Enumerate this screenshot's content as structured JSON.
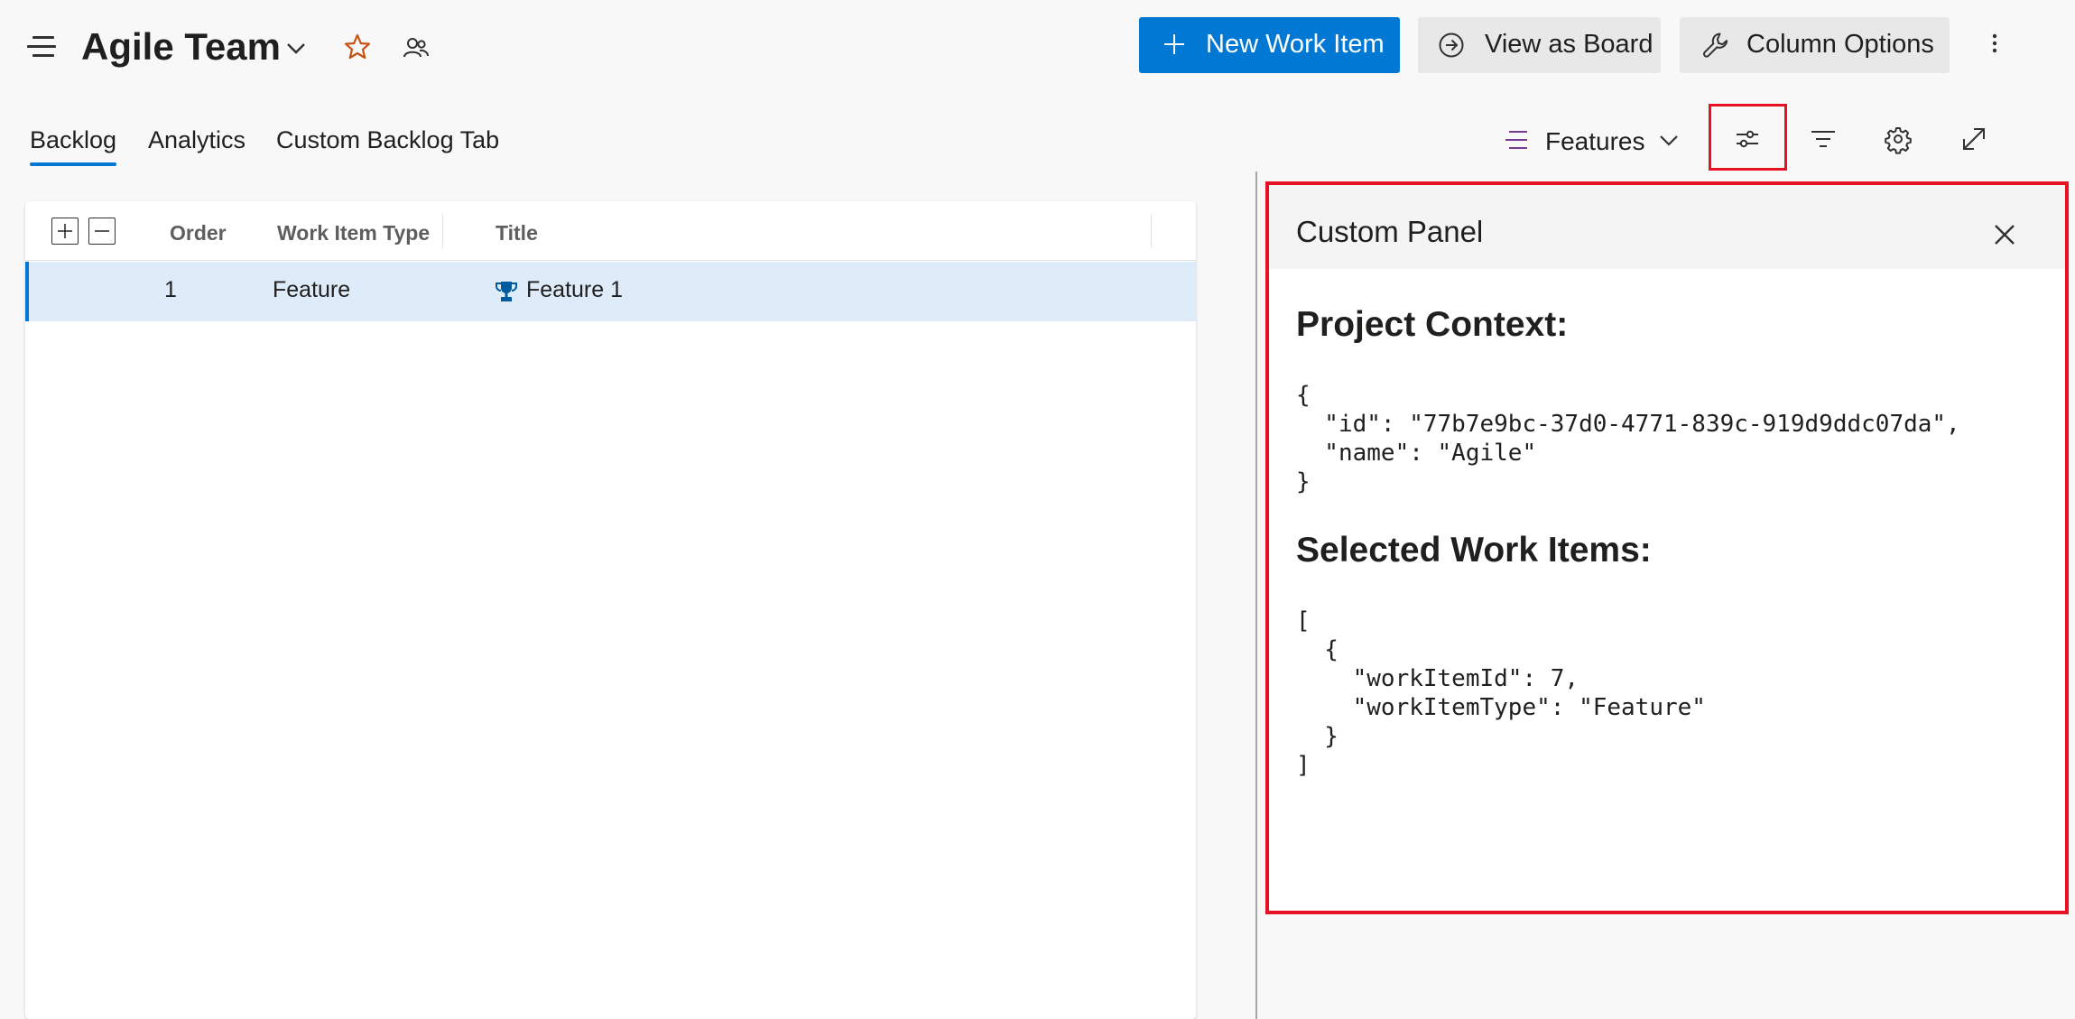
{
  "header": {
    "title": "Agile Team",
    "new_work_item_label": "New Work Item",
    "view_as_board_label": "View as Board",
    "column_options_label": "Column Options"
  },
  "tabs": [
    {
      "label": "Backlog",
      "active": true
    },
    {
      "label": "Analytics",
      "active": false
    },
    {
      "label": "Custom Backlog Tab",
      "active": false
    }
  ],
  "level_picker": {
    "selected": "Features"
  },
  "grid": {
    "columns": [
      "Order",
      "Work Item Type",
      "Title"
    ],
    "rows": [
      {
        "order": "1",
        "type": "Feature",
        "title": "Feature 1",
        "selected": true
      }
    ]
  },
  "panel": {
    "title": "Custom Panel",
    "project_heading": "Project Context:",
    "project_json": "{\n  \"id\": \"77b7e9bc-37d0-4771-839c-919d9ddc07da\",\n  \"name\": \"Agile\"\n}",
    "selected_heading": "Selected Work Items:",
    "selected_json": "[\n  {\n    \"workItemId\": 7,\n    \"workItemType\": \"Feature\"\n  }\n]"
  },
  "colors": {
    "accent": "#0078d4",
    "highlight": "#e81123",
    "selected_row": "#deecf9",
    "star": "#ca5010",
    "features_icon": "#773b93",
    "trophy": "#005a9e"
  },
  "icons": [
    "hamburger-icon",
    "chevron-down-icon",
    "star-icon",
    "team-members-icon",
    "plus-icon",
    "arrow-circle-right-icon",
    "wrench-icon",
    "more-vertical-icon",
    "backlog-level-icon",
    "view-options-icon",
    "filter-icon",
    "gear-icon",
    "expand-icon",
    "trophy-icon",
    "close-icon"
  ]
}
